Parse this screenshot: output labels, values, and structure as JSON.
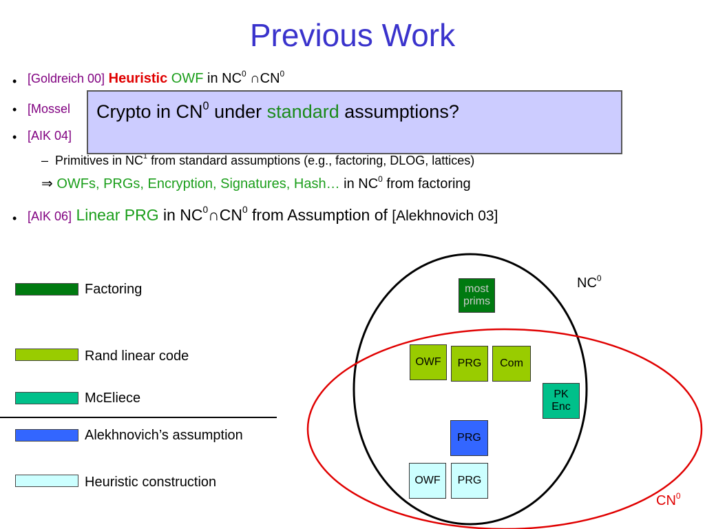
{
  "title": "Previous Work",
  "bullets": [
    {
      "cite": "[Goldreich 00]",
      "h1": "Heuristic",
      "h2": "OWF",
      "rest": "in NC",
      "rest2": "CN"
    },
    {
      "cite": "[Mossel"
    },
    {
      "cite": "[AIK 04]"
    },
    {
      "sub": "Primitives in NC",
      "sub_tail": "from standard assumptions (e.g., factoring, DLOG, lattices)",
      "arrow_green": "OWFs, PRGs, Encryption, Signatures, Hash…",
      "arrow_rest": "in NC",
      "arrow_tail": "from factoring"
    },
    {
      "cite": "[AIK 06]",
      "g": "Linear PRG",
      "mid": "in NC",
      "mid2": "CN",
      "tail": "from Assumption of",
      "cite2": "[Alekhnovich 03]"
    }
  ],
  "overlay": {
    "pre": "Crypto in CN",
    "mid": "under",
    "green": "standard",
    "post": "assumptions?"
  },
  "legend": [
    {
      "label": "Factoring",
      "color": "#007a10"
    },
    {
      "label": "Rand linear code",
      "color": "#99cc00"
    },
    {
      "label": "McEliece",
      "color": "#00c08a"
    },
    {
      "label": "Alekhnovich’s assumption",
      "color": "#3366ff"
    },
    {
      "label": "Heuristic construction",
      "color": "#ccffff"
    }
  ],
  "diagram": {
    "nc0_label": "NC",
    "cn0_label": "CN",
    "sup": "0",
    "boxes": {
      "most_prims": "most prims",
      "owf1": "OWF",
      "prg1": "PRG",
      "com": "Com",
      "pkenc": "PK Enc",
      "prg_alek": "PRG",
      "owf_heur": "OWF",
      "prg_heur": "PRG"
    },
    "colors": {
      "nc_circle": "#000000",
      "cn_ellipse": "#e00000"
    }
  }
}
